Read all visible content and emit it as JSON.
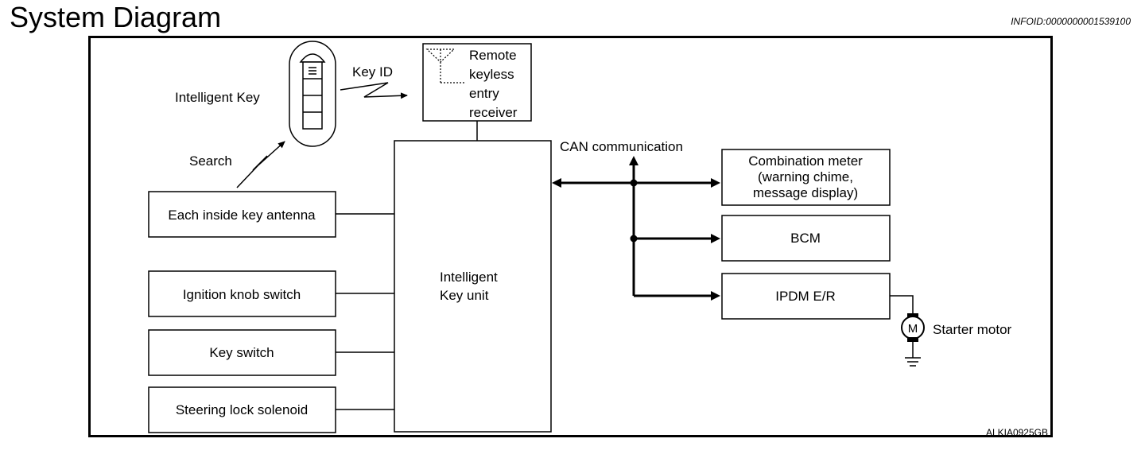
{
  "header": {
    "title": "System Diagram",
    "info_id": "INFOID:0000000001539100"
  },
  "diagram": {
    "intelligent_key_label": "Intelligent Key",
    "key_id_label": "Key ID",
    "search_label": "Search",
    "remote_receiver_lines": [
      "Remote",
      "keyless",
      "entry",
      "receiver"
    ],
    "can_label": "CAN communication",
    "inside_antenna": "Each inside key antenna",
    "ignition_switch": "Ignition knob switch",
    "key_switch": "Key switch",
    "steering_lock": "Steering lock solenoid",
    "key_unit_lines": [
      "Intelligent",
      "Key unit"
    ],
    "combination_meter_lines": [
      "Combination meter",
      "(warning chime,",
      "message display)"
    ],
    "bcm": "BCM",
    "ipdm": "IPDM E/R",
    "motor_symbol": "M",
    "starter_motor": "Starter motor",
    "figure_code": "ALKIA0925GB"
  }
}
